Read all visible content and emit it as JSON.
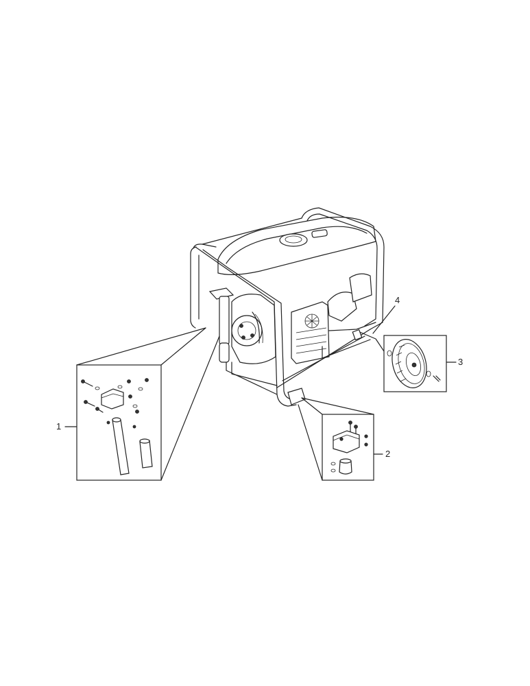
{
  "callouts": {
    "c1": "1",
    "c2": "2",
    "c3": "3",
    "c4": "4"
  },
  "colors": {
    "ink": "#222222",
    "paper": "#ffffff"
  }
}
